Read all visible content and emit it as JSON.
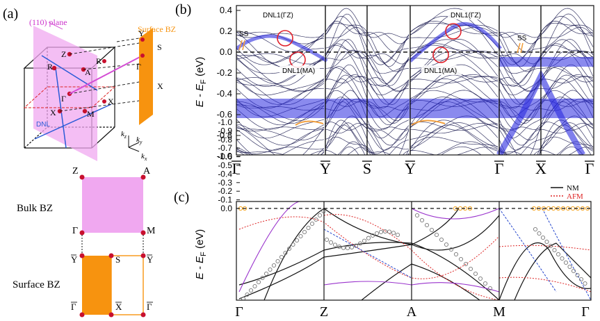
{
  "panel_a": {
    "label": "(a)",
    "plane_label": "(110) plane",
    "surface_label": "Surface BZ",
    "points_3d": {
      "Y_bar": "Y",
      "S_bar": "S",
      "R_bar": "R",
      "Gamma_bar": "Γ",
      "X_bar_s": "X",
      "Z": "Z",
      "R": "R",
      "A": "A",
      "Gamma": "Γ",
      "X_bar": "X",
      "X": "X",
      "M": "M"
    },
    "dnl_label": "DNL",
    "axes": {
      "kz": "k",
      "kz_sub": "z",
      "ky": "k",
      "ky_sub": "y",
      "kx": "k",
      "kx_sub": "x"
    },
    "bulk_label": "Bulk BZ",
    "bulk_points": {
      "Z": "Z",
      "A": "A",
      "Gamma": "Γ",
      "M": "M"
    },
    "surface_bz_label": "Surface BZ",
    "surface_points": {
      "Y1": "Y",
      "S": "S",
      "Y2": "Y",
      "G1": "Γ",
      "X": "X",
      "G2": "Γ"
    },
    "colors": {
      "pink": "#f0a8f0",
      "orange": "#f7930f",
      "red_point": "#c8102e",
      "dnl_blue": "#2a5bd7",
      "magenta_text": "#cc33cc"
    }
  },
  "panel_b": {
    "label": "(b)",
    "ylabel_main": "E - E",
    "ylabel_sub": "F",
    "ylabel_unit": " (eV)",
    "yticks": [
      "0.4",
      "0.2",
      "0.0",
      "-0.2",
      "-0.4",
      "-0.6",
      "-0.8",
      "-1.0"
    ],
    "xlabels": [
      "Γ",
      "Y",
      "S",
      "Y",
      "Γ",
      "X",
      "Γ"
    ],
    "annotations": {
      "dnl_gz_left": "DNL1(ΓZ)",
      "dnl_ma_left": "DNL1(MA)",
      "dnl_gz_right": "DNL1(ΓZ)",
      "dnl_ma_right": "DNL1(MA)",
      "ss_left": "SS",
      "ss_right": "SS"
    },
    "colors": {
      "bands": "#14144a",
      "surface": "#2a2ae0",
      "circle": "#e0202a",
      "ss": "#f2a040"
    }
  },
  "panel_c": {
    "label": "(c)",
    "ylabel_main": "E - E",
    "ylabel_sub": "F",
    "ylabel_unit": " (eV)",
    "yticks": [
      "0.0",
      "-0.1",
      "-0.2",
      "-0.3",
      "-0.4",
      "-0.5",
      "-0.6",
      "-0.7",
      "-0.8",
      "-0.9",
      "-1.0"
    ],
    "xlabels": [
      "Γ",
      "Z",
      "A",
      "M",
      "Γ"
    ],
    "legend": {
      "nm": "NM",
      "afm": "AFM"
    },
    "colors": {
      "nm": "#111111",
      "afm": "#dd2222",
      "purple": "#9932cc",
      "blue_dash": "#2244cc",
      "circles": "#777777",
      "orange_circles": "#f5a623"
    }
  }
}
